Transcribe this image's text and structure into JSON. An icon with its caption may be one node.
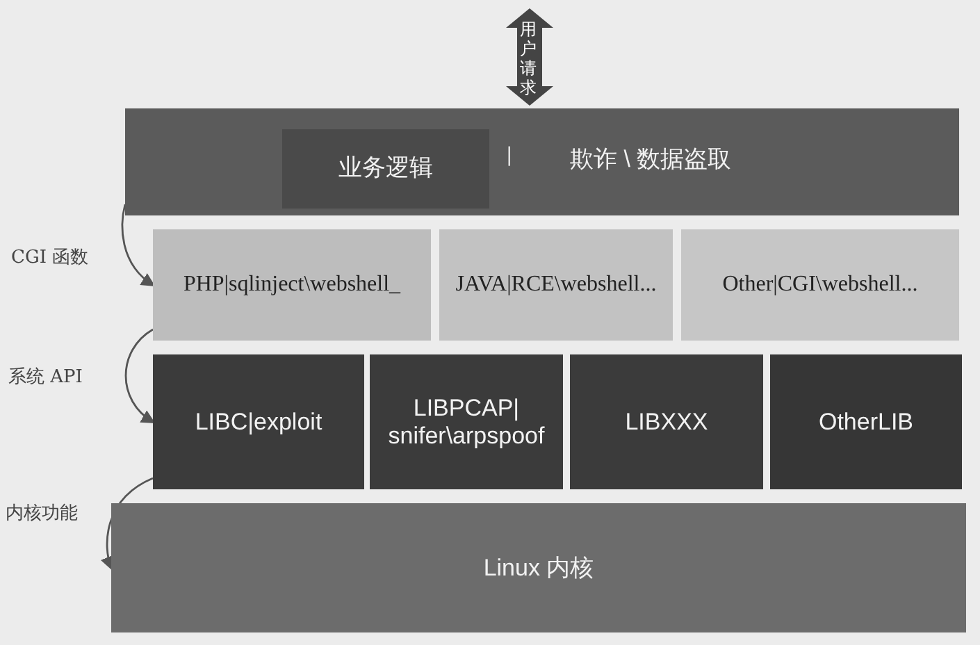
{
  "diagram": {
    "nodes": [
      {
        "text": [
          "欺诈 \\ 数据盗取"
        ]
      },
      {
        "text": [
          "业务逻辑"
        ],
        "in": 0
      },
      {
        "text": [
          "PHP|sqlinject\\webshell_"
        ]
      },
      {
        "text": [
          "JAVA|RCE\\webshell..."
        ]
      },
      {
        "text": [
          "Other|CGI\\webshell..."
        ]
      },
      {
        "text": [
          "LIBC|exploit"
        ]
      },
      {
        "text": [
          "LIBPCAP| snifer\\arpspoof"
        ]
      },
      {
        "text": [
          "LIBXXX"
        ]
      },
      {
        "text": [
          "OtherLIB"
        ]
      },
      {
        "text": [
          "Linux 内核"
        ]
      }
    ],
    "edges": [
      {
        "from": null,
        "to": 0,
        "arrow": "both",
        "label": "用户请求",
        "style": "thick"
      },
      {
        "from": 0,
        "to": 2,
        "arrow": "to",
        "label": "CGI 函数"
      },
      {
        "from": 2,
        "to": 5,
        "arrow": "to",
        "label": "系统 API"
      },
      {
        "from": 5,
        "to": 9,
        "arrow": "to",
        "label": "内核功能"
      }
    ],
    "labels": [
      "|"
    ]
  }
}
